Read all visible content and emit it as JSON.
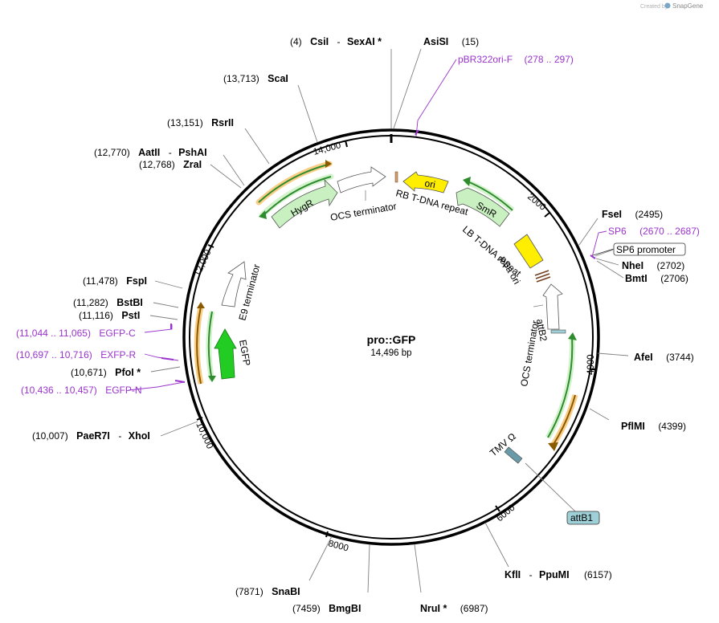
{
  "credit": {
    "created_by": "Created by",
    "brand": "SnapGene"
  },
  "plasmid": {
    "name": "pro::GFP",
    "size": "14,496 bp"
  },
  "colors": {
    "orange": "#f5a623",
    "green_orf": "#2e8b2e",
    "light_green": "#c8f0c0",
    "yellow": "#ffee00",
    "purple": "#9933cc",
    "bright_green": "#22cc22",
    "attb": "#9fd0d8"
  },
  "ticks": [
    "2000",
    "4000",
    "6000",
    "8000",
    "10,000",
    "12,000",
    "14,000"
  ],
  "sites": [
    {
      "id": "csii",
      "pos": "(4)",
      "name": "CsiI",
      "sep": "-",
      "name2": "SexAI *"
    },
    {
      "id": "asisi",
      "name": "AsiSI",
      "pos": "(15)"
    },
    {
      "id": "scai",
      "pos": "(13,713)",
      "name": "ScaI"
    },
    {
      "id": "rsrii",
      "pos": "(13,151)",
      "name": "RsrII"
    },
    {
      "id": "aatii",
      "pos": "(12,770)",
      "name": "AatII",
      "sep": "-",
      "name2": "PshAI"
    },
    {
      "id": "zrai",
      "pos": "(12,768)",
      "name": "ZraI"
    },
    {
      "id": "fspi",
      "pos": "(11,478)",
      "name": "FspI"
    },
    {
      "id": "bstbi",
      "pos": "(11,282)",
      "name": "BstBI"
    },
    {
      "id": "psti",
      "pos": "(11,116)",
      "name": "PstI"
    },
    {
      "id": "pfoi",
      "pos": "(10,671)",
      "name": "PfoI *"
    },
    {
      "id": "paer7i",
      "pos": "(10,007)",
      "name": "PaeR7I",
      "sep": "-",
      "name2": "XhoI"
    },
    {
      "id": "snabi",
      "pos": "(7871)",
      "name": "SnaBI"
    },
    {
      "id": "bmgbi",
      "pos": "(7459)",
      "name": "BmgBI"
    },
    {
      "id": "nrui",
      "name": "NruI *",
      "pos": "(6987)"
    },
    {
      "id": "kfli",
      "name": "KflI",
      "sep": "-",
      "name2": "PpuMI",
      "pos": "(6157)"
    },
    {
      "id": "pflmi",
      "name": "PflMI",
      "pos": "(4399)"
    },
    {
      "id": "afei",
      "name": "AfeI",
      "pos": "(3744)"
    },
    {
      "id": "fsei",
      "name": "FseI",
      "pos": "(2495)"
    },
    {
      "id": "nhei",
      "name": "NheI",
      "pos": "(2702)"
    },
    {
      "id": "bmti",
      "name": "BmtI",
      "pos": "(2706)"
    }
  ],
  "primers": [
    {
      "id": "pbr322",
      "name": "pBR322ori-F",
      "range": "(278 .. 297)"
    },
    {
      "id": "sp6",
      "name": "SP6",
      "range": "(2670 .. 2687)"
    },
    {
      "id": "egfpc",
      "range": "(11,044 .. 11,065)",
      "name": "EGFP-C"
    },
    {
      "id": "exfpr",
      "range": "(10,697 .. 10,716)",
      "name": "EXFP-R"
    },
    {
      "id": "egfpn",
      "range": "(10,436 .. 10,457)",
      "name": "EGFP-N"
    }
  ],
  "features": {
    "ori": "ori",
    "smr": "SmR",
    "hygr": "HygR",
    "egfp": "EGFP",
    "ocs_top": "OCS terminator",
    "rb": "RB T-DNA repeat",
    "lb": "LB T-DNA repeat",
    "psa": "pSa ori",
    "attb2": "attB2",
    "ocs_right": "OCS terminator",
    "tmv": "TMV Ω",
    "e9": "E9 terminator",
    "sp6_promoter": "SP6 promoter",
    "attb1": "attB1"
  }
}
